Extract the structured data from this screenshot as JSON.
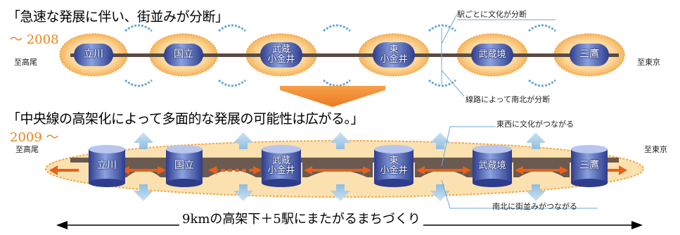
{
  "top": {
    "heading": "「急速な発展に伴い、街並みが分断」",
    "era": "～ 2008",
    "west": "至高尾",
    "east": "至東京",
    "note_culture": "駅ごとに文化が分断",
    "note_tracks": "線路によって南北が分断"
  },
  "bottom": {
    "heading": "「中央線の高架化によって多面的な発展の可能性は広がる。」",
    "era": "2009 ～",
    "west": "至高尾",
    "east": "至東京",
    "note_culture": "東西に文化がつながる",
    "note_streets": "南北に街並みがつながる"
  },
  "stations": [
    {
      "line1": "立川",
      "line2": ""
    },
    {
      "line1": "国立",
      "line2": ""
    },
    {
      "line1": "武蔵",
      "line2": "小金井"
    },
    {
      "line1": "東",
      "line2": "小金井"
    },
    {
      "line1": "武蔵境",
      "line2": ""
    },
    {
      "line1": "三鷹",
      "line2": ""
    }
  ],
  "footer": "9kmの高架下＋5駅にまたがるまちづくり",
  "colors": {
    "accent_orange": "#f0a040",
    "arrow_orange": "#e8601a",
    "station_blue": "#4a5cb0",
    "sky_blue": "#7ab0d8"
  }
}
